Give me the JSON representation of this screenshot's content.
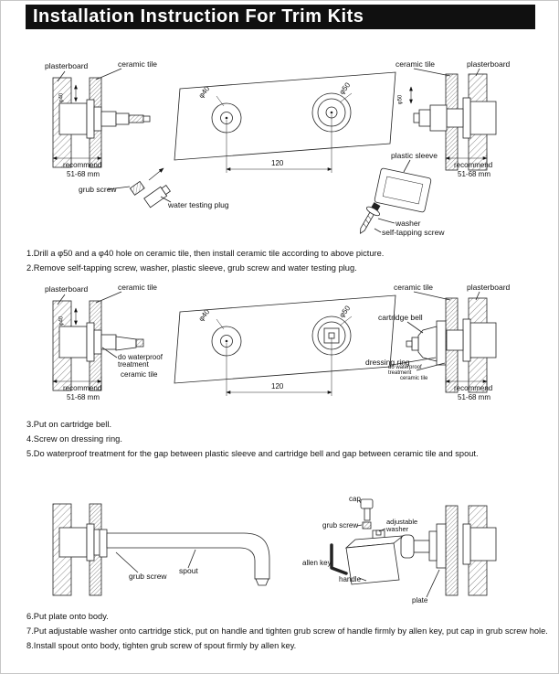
{
  "header": {
    "title": "Installation Instruction For Trim Kits"
  },
  "terms": {
    "plasterboard": "plasterboard",
    "ceramic_tile": "ceramic tile",
    "recommend": "recommend",
    "range": "51-68 mm",
    "phi40": "φ40",
    "phi50": "φ50",
    "dim120": "120",
    "plastic_sleeve": "plastic sleeve",
    "grub_screw": "grub screw",
    "water_testing_plug": "water testing plug",
    "washer": "washer",
    "self_tapping_screw": "self-tapping screw",
    "do_waterproof_treatment": "do waterproof treatment",
    "cartridge_bell": "cartridge bell",
    "dressing_ring": "dressing ring",
    "spout": "spout",
    "cap": "cap",
    "adjustable_washer": "adjustable washer",
    "allen_key": "allen key",
    "handle": "handle",
    "plate": "plate"
  },
  "instructions": {
    "step1": "1.Drill a φ50 and a φ40 hole on ceramic tile, then install ceramic tile according to above picture.",
    "step2": "2.Remove self-tapping screw, washer, plastic sleeve, grub screw and water testing plug.",
    "step3": "3.Put on cartridge bell.",
    "step4": "4.Screw on dressing ring.",
    "step5": "5.Do waterproof treatment for the gap between plastic sleeve and cartridge bell and gap between ceramic tile and spout.",
    "step6": "6.Put plate onto body.",
    "step7": "7.Put adjustable washer onto cartridge stick, put on handle and tighten grub screw of handle firmly by allen key, put cap in grub screw hole.",
    "step8": "8.Install spout onto body, tighten grub screw of spout firmly by allen key."
  }
}
